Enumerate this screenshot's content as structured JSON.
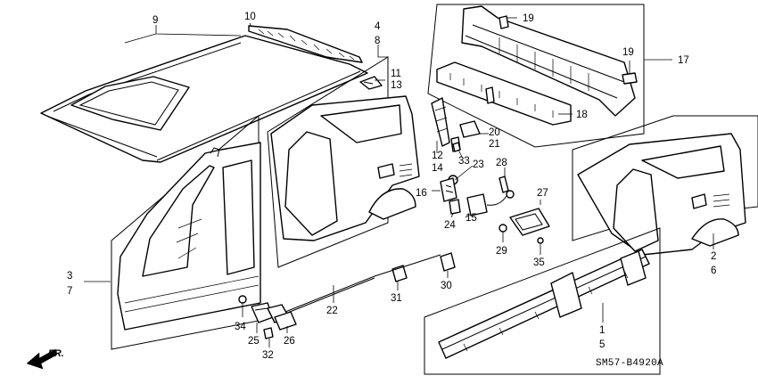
{
  "diagram": {
    "code": "SM57-B4920A",
    "direction_label": "FR.",
    "callouts": [
      {
        "id": "c9",
        "text": "9"
      },
      {
        "id": "c10",
        "text": "10"
      },
      {
        "id": "c4",
        "text": "4"
      },
      {
        "id": "c8",
        "text": "8"
      },
      {
        "id": "c11",
        "text": "11"
      },
      {
        "id": "c13",
        "text": "13"
      },
      {
        "id": "c19a",
        "text": "19"
      },
      {
        "id": "c19b",
        "text": "19"
      },
      {
        "id": "c17",
        "text": "17"
      },
      {
        "id": "c18",
        "text": "18"
      },
      {
        "id": "c20",
        "text": "20"
      },
      {
        "id": "c21",
        "text": "21"
      },
      {
        "id": "c12",
        "text": "12"
      },
      {
        "id": "c14",
        "text": "14"
      },
      {
        "id": "c33",
        "text": "33"
      },
      {
        "id": "c23",
        "text": "23"
      },
      {
        "id": "c28",
        "text": "28"
      },
      {
        "id": "c16",
        "text": "16"
      },
      {
        "id": "c24",
        "text": "24"
      },
      {
        "id": "c15",
        "text": "15"
      },
      {
        "id": "c27",
        "text": "27"
      },
      {
        "id": "c29",
        "text": "29"
      },
      {
        "id": "c35",
        "text": "35"
      },
      {
        "id": "c2",
        "text": "2"
      },
      {
        "id": "c6",
        "text": "6"
      },
      {
        "id": "c3",
        "text": "3"
      },
      {
        "id": "c7",
        "text": "7"
      },
      {
        "id": "c31",
        "text": "31"
      },
      {
        "id": "c30",
        "text": "30"
      },
      {
        "id": "c22",
        "text": "22"
      },
      {
        "id": "c34",
        "text": "34"
      },
      {
        "id": "c25",
        "text": "25"
      },
      {
        "id": "c26",
        "text": "26"
      },
      {
        "id": "c32",
        "text": "32"
      },
      {
        "id": "c1",
        "text": "1"
      },
      {
        "id": "c5",
        "text": "5"
      }
    ]
  }
}
